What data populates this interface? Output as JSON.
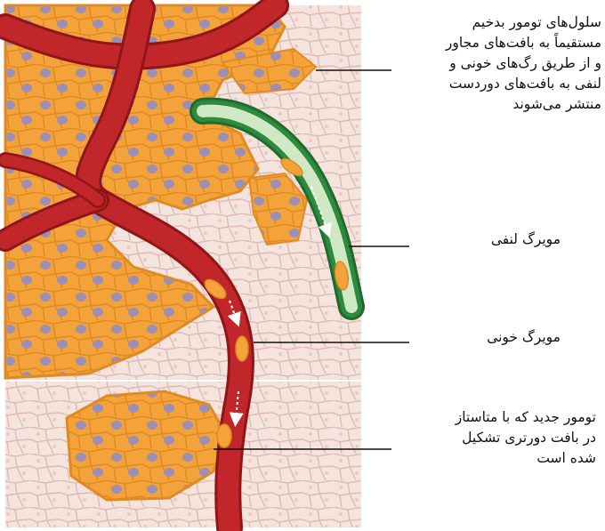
{
  "labels": {
    "tumor_spread": [
      "سلول‌های تومور بدخیم",
      "مستقیماً به بافت‌های مجاور",
      "و از طریق رگ‌های خونی و",
      "لنفی به بافت‌های دوردست",
      "منتشر می‌شوند"
    ],
    "lymph_capillary": "مویرگ لنفی",
    "blood_capillary": "مویرگ خونی",
    "new_tumor": [
      "تومور جدید که با متاستاز",
      "در بافت دورتری تشکیل",
      "شده است"
    ]
  },
  "colors": {
    "tissue_background": "#f5e3de",
    "normal_cell_border": "#dcbcb4",
    "tumor_cell": "#f3a33a",
    "tumor_border": "#e08a24",
    "nucleus": "#9b8fb8",
    "blood_vessel": "#c0262a",
    "blood_vessel_dark": "#8f1518",
    "lymph_vessel": "#2e8b3e",
    "lymph_vessel_light": "#cfe9c4"
  }
}
